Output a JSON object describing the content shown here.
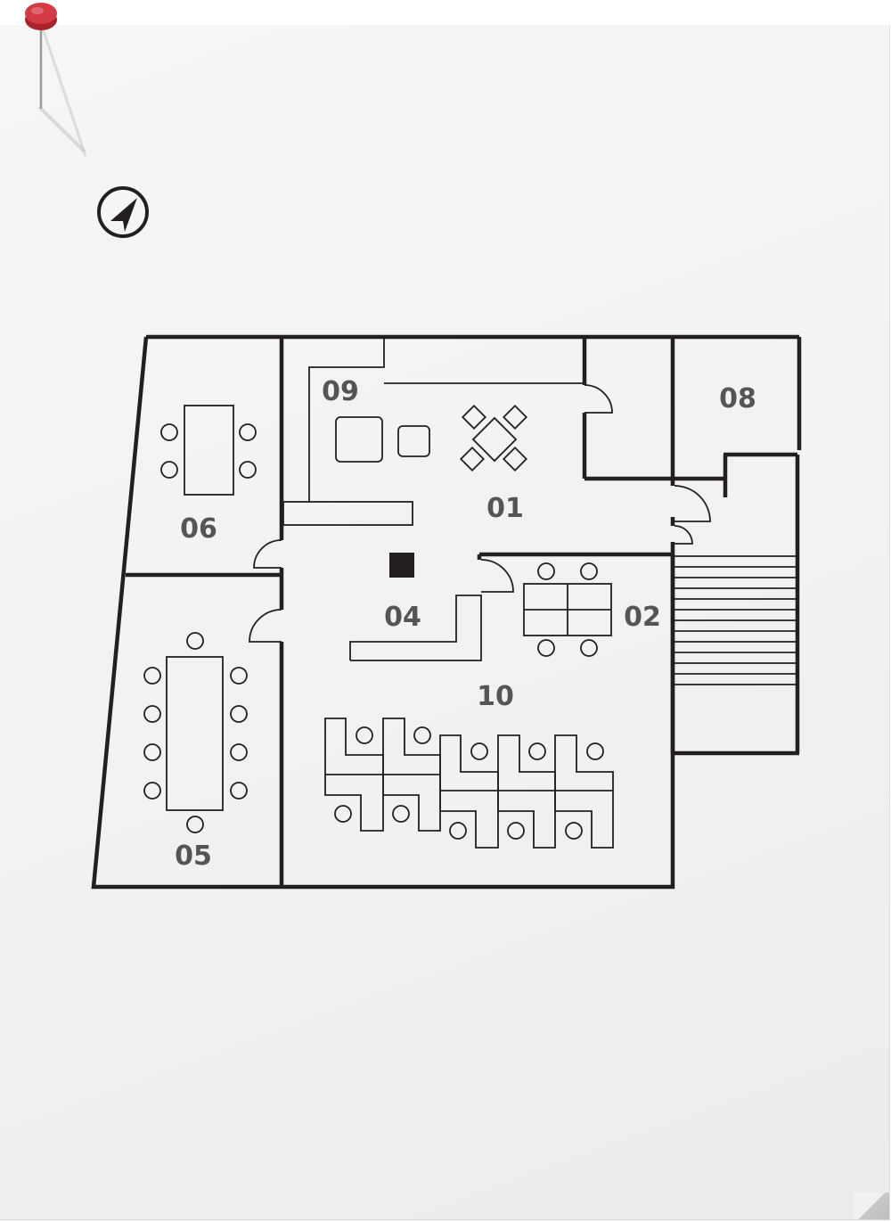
{
  "rooms": [
    {
      "id": "01",
      "label": "01"
    },
    {
      "id": "02",
      "label": "02"
    },
    {
      "id": "04",
      "label": "04"
    },
    {
      "id": "05",
      "label": "05"
    },
    {
      "id": "06",
      "label": "06"
    },
    {
      "id": "08",
      "label": "08"
    },
    {
      "id": "09",
      "label": "09"
    },
    {
      "id": "10",
      "label": "10"
    }
  ],
  "colors": {
    "wall": "#231f20",
    "label": "#555555",
    "pin_head": "#c8323c",
    "paper": "#f3f3f3"
  },
  "icons": {
    "compass": "compass-arrow-icon",
    "pin": "push-pin-icon"
  }
}
